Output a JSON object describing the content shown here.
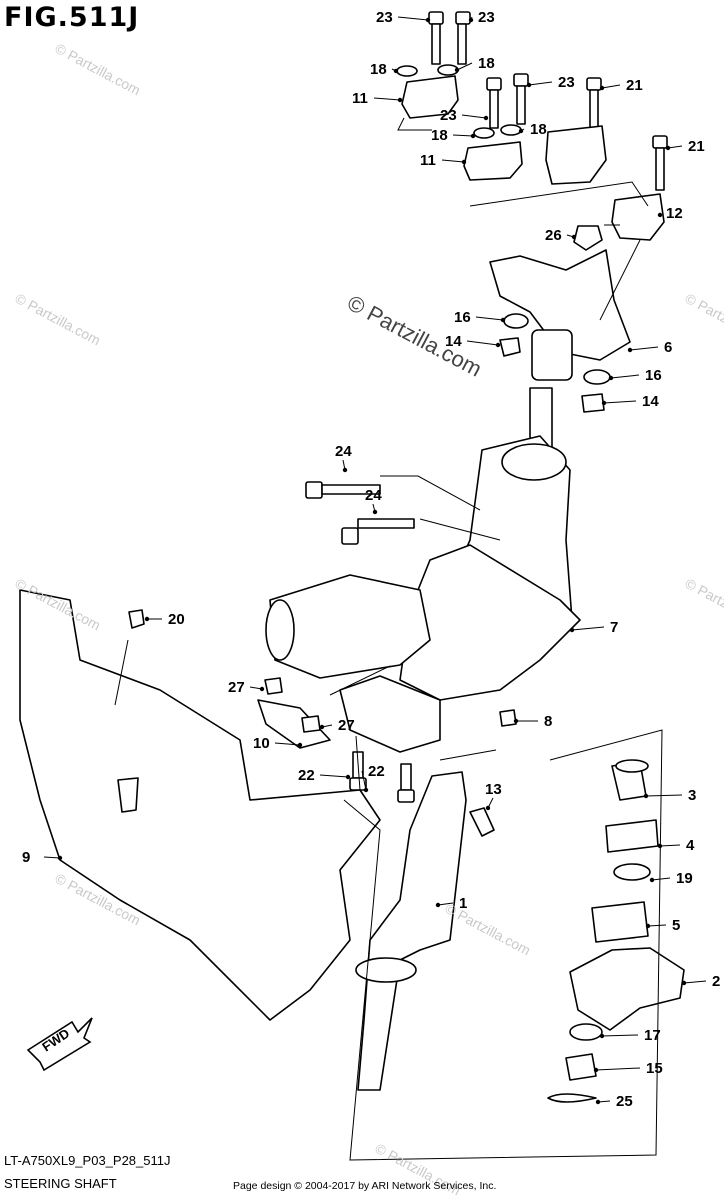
{
  "figure_title": "FIG.511J",
  "model_code": "LT-A750XL9_P03_P28_511J",
  "subtitle": "STEERING SHAFT",
  "credit": "Page design © 2004-2017 by ARI Network Services, Inc.",
  "watermark": "© Partzilla.com",
  "fwd_label": "FWD",
  "callouts": [
    {
      "number": "23"
    },
    {
      "number": "23"
    },
    {
      "number": "18"
    },
    {
      "number": "18"
    },
    {
      "number": "11"
    },
    {
      "number": "23"
    },
    {
      "number": "21"
    },
    {
      "number": "23"
    },
    {
      "number": "18"
    },
    {
      "number": "18"
    },
    {
      "number": "21"
    },
    {
      "number": "11"
    },
    {
      "number": "12"
    },
    {
      "number": "26"
    },
    {
      "number": "16"
    },
    {
      "number": "14"
    },
    {
      "number": "6"
    },
    {
      "number": "16"
    },
    {
      "number": "14"
    },
    {
      "number": "24"
    },
    {
      "number": "24"
    },
    {
      "number": "7"
    },
    {
      "number": "20"
    },
    {
      "number": "27"
    },
    {
      "number": "27"
    },
    {
      "number": "10"
    },
    {
      "number": "8"
    },
    {
      "number": "22"
    },
    {
      "number": "22"
    },
    {
      "number": "3"
    },
    {
      "number": "13"
    },
    {
      "number": "4"
    },
    {
      "number": "9"
    },
    {
      "number": "19"
    },
    {
      "number": "1"
    },
    {
      "number": "5"
    },
    {
      "number": "2"
    },
    {
      "number": "17"
    },
    {
      "number": "15"
    },
    {
      "number": "25"
    }
  ],
  "colors": {
    "line": "#000000",
    "watermark": "#c9c9c9",
    "background": "#ffffff"
  }
}
